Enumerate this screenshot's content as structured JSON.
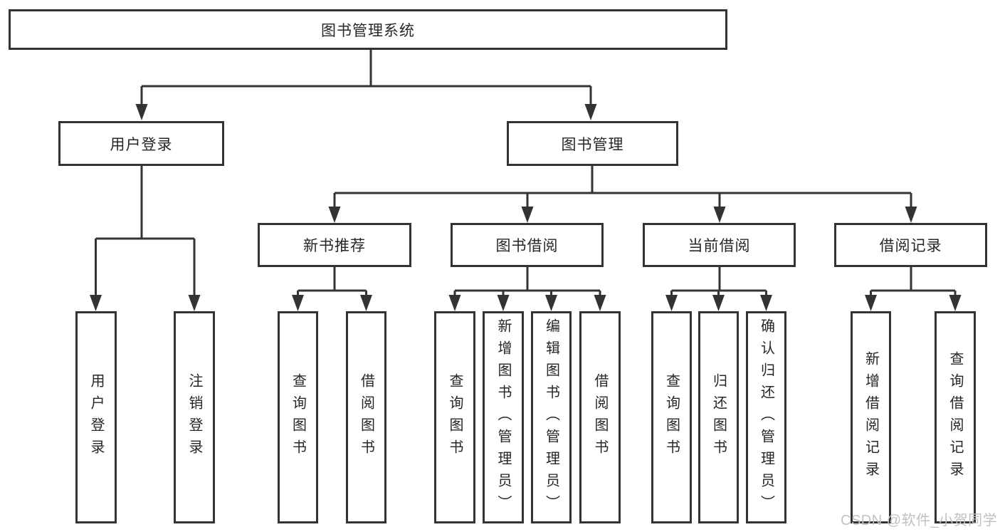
{
  "diagram_type": "hierarchy-tree",
  "tree": {
    "label": "图书管理系统",
    "children": [
      {
        "label": "用户登录",
        "children": [
          {
            "label": "用户登录"
          },
          {
            "label": "注销登录"
          }
        ]
      },
      {
        "label": "图书管理",
        "children": [
          {
            "label": "新书推荐",
            "children": [
              {
                "label": "查询图书"
              },
              {
                "label": "借阅图书"
              }
            ]
          },
          {
            "label": "图书借阅",
            "children": [
              {
                "label": "查询图书"
              },
              {
                "label": "新增图书（管理员）"
              },
              {
                "label": "编辑图书（管理员）"
              },
              {
                "label": "借阅图书"
              }
            ]
          },
          {
            "label": "当前借阅",
            "children": [
              {
                "label": "查询图书"
              },
              {
                "label": "归还图书"
              },
              {
                "label": "确认归还（管理员）"
              }
            ]
          },
          {
            "label": "借阅记录",
            "children": [
              {
                "label": "新增借阅记录"
              },
              {
                "label": "查询借阅记录"
              }
            ]
          }
        ]
      }
    ]
  },
  "watermark": {
    "text": "CSDN @软件_小贺同学",
    "color": "#c6bfc1"
  },
  "colors": {
    "background": "#ffffff",
    "line": "#333333",
    "box_border": "#333333",
    "box_fill": "#ffffff",
    "text": "#262626"
  }
}
